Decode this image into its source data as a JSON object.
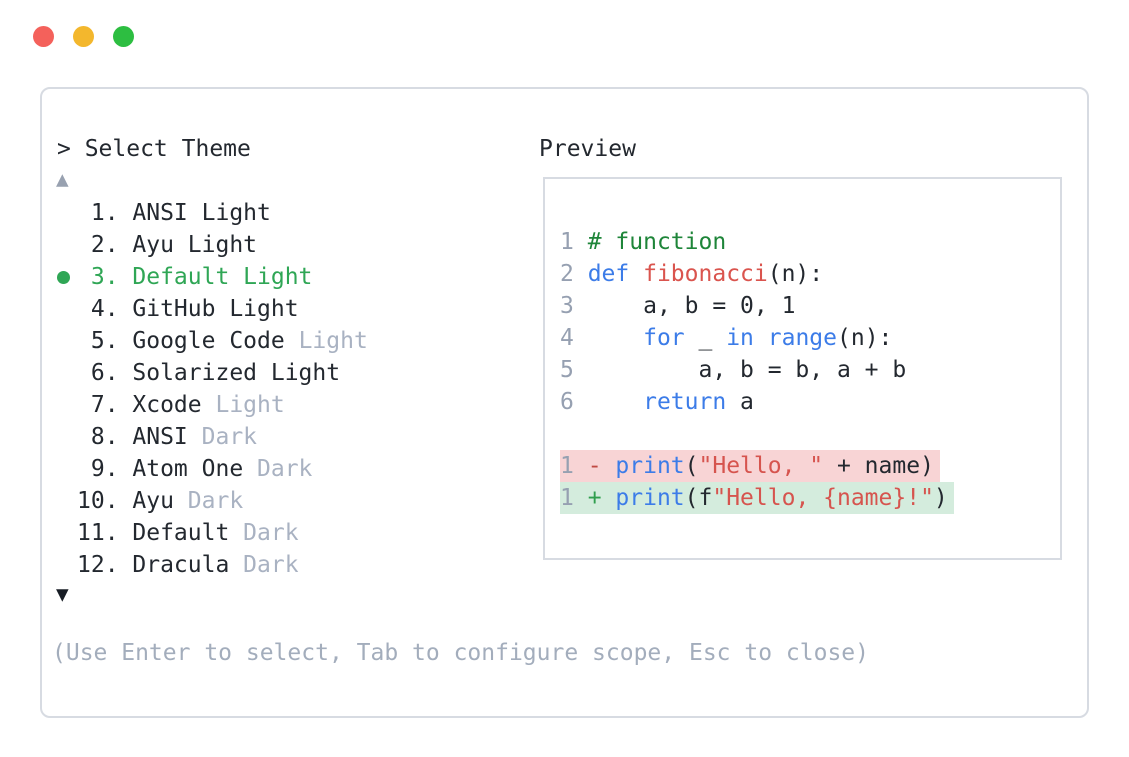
{
  "window": {
    "traffic_lights": [
      {
        "name": "close",
        "color": "#f4615b"
      },
      {
        "name": "minimize",
        "color": "#f3b72d"
      },
      {
        "name": "maximize",
        "color": "#2dbe41"
      }
    ]
  },
  "picker": {
    "title": "> Select Theme",
    "scroll_up_icon": "▲",
    "scroll_down_icon": "▼",
    "items": [
      {
        "number": 1,
        "name": "ANSI Light",
        "muted": "",
        "selected": false
      },
      {
        "number": 2,
        "name": "Ayu Light",
        "muted": "",
        "selected": false
      },
      {
        "number": 3,
        "name": "Default Light",
        "muted": "",
        "selected": true
      },
      {
        "number": 4,
        "name": "GitHub Light",
        "muted": "",
        "selected": false
      },
      {
        "number": 5,
        "name": "Google Code",
        "muted": "Light",
        "selected": false
      },
      {
        "number": 6,
        "name": "Solarized Light",
        "muted": "",
        "selected": false
      },
      {
        "number": 7,
        "name": "Xcode",
        "muted": "Light",
        "selected": false
      },
      {
        "number": 8,
        "name": "ANSI",
        "muted": "Dark",
        "selected": false
      },
      {
        "number": 9,
        "name": "Atom One",
        "muted": "Dark",
        "selected": false
      },
      {
        "number": 10,
        "name": "Ayu",
        "muted": "Dark",
        "selected": false
      },
      {
        "number": 11,
        "name": "Default",
        "muted": "Dark",
        "selected": false
      },
      {
        "number": 12,
        "name": "Dracula",
        "muted": "Dark",
        "selected": false
      }
    ],
    "hint": "(Use Enter to select, Tab to configure scope, Esc to close)"
  },
  "preview": {
    "label": "Preview",
    "code_lines": [
      {
        "num": "1",
        "tokens": [
          [
            "comment",
            "# function"
          ]
        ]
      },
      {
        "num": "2",
        "tokens": [
          [
            "keyword",
            "def"
          ],
          [
            "plain",
            " "
          ],
          [
            "function",
            "fibonacci"
          ],
          [
            "plain",
            "(n):"
          ]
        ]
      },
      {
        "num": "3",
        "tokens": [
          [
            "plain",
            "    a, b = 0, 1"
          ]
        ]
      },
      {
        "num": "4",
        "tokens": [
          [
            "plain",
            "    "
          ],
          [
            "keyword",
            "for"
          ],
          [
            "plain",
            " _ "
          ],
          [
            "keyword",
            "in"
          ],
          [
            "plain",
            " "
          ],
          [
            "keyword",
            "range"
          ],
          [
            "plain",
            "(n):"
          ]
        ]
      },
      {
        "num": "5",
        "tokens": [
          [
            "plain",
            "        a, b = b, a + b"
          ]
        ]
      },
      {
        "num": "6",
        "tokens": [
          [
            "plain",
            "    "
          ],
          [
            "keyword",
            "return"
          ],
          [
            "plain",
            " a"
          ]
        ]
      },
      {
        "num": "",
        "tokens": []
      },
      {
        "num": "1",
        "diff": "removed",
        "sign": "-",
        "tokens": [
          [
            "builtin",
            "print"
          ],
          [
            "plain",
            "("
          ],
          [
            "string",
            "\"Hello, \""
          ],
          [
            "plain",
            " + name)"
          ]
        ]
      },
      {
        "num": "1",
        "diff": "added",
        "sign": "+",
        "tokens": [
          [
            "builtin",
            "print"
          ],
          [
            "plain",
            "(f"
          ],
          [
            "string",
            "\"Hello, {name}!\""
          ],
          [
            "plain",
            ")"
          ]
        ]
      }
    ]
  },
  "colors": {
    "accent_green": "#2fa655",
    "text_dark": "#23282f",
    "text_muted": "#a9b2c2",
    "hint_gray": "#a3adbc",
    "line_number_gray": "#96a0b1",
    "scroll_up_gray": "#98a1b0",
    "scroll_down_dark": "#181d25",
    "keyword_blue": "#3c7ce8",
    "comment_green": "#1e8539",
    "string_red": "#d6544e",
    "function_red": "#da544e",
    "diff_removed_bg": "#f8d4d5",
    "diff_added_bg": "#d4ecdd",
    "diff_minus": "#c04a43",
    "diff_plus": "#2f9e4d",
    "border_gray": "#d7dbe2"
  }
}
